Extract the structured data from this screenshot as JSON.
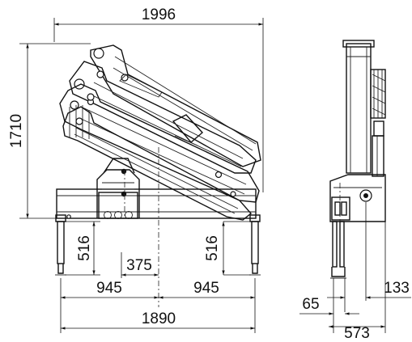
{
  "dimensions": {
    "overall_width": "1996",
    "height": "1710",
    "left_leg": "516",
    "right_leg": "516",
    "center_offset": "375",
    "left_half": "945",
    "right_half": "945",
    "outrigger_span": "1890",
    "side_top_right": "133",
    "side_left": "65",
    "side_width": "573"
  }
}
